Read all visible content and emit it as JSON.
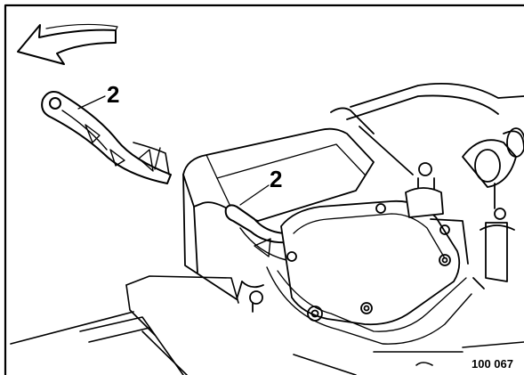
{
  "callouts": {
    "bracket_detail": "2",
    "bracket_installed": "2"
  },
  "figure": {
    "reference_number": "100 067"
  },
  "icons": {
    "arrow": "removal-direction-arrow-icon",
    "bracket": "bracket-part-icon"
  },
  "colors": {
    "ink": "#000000",
    "paper": "#ffffff"
  }
}
